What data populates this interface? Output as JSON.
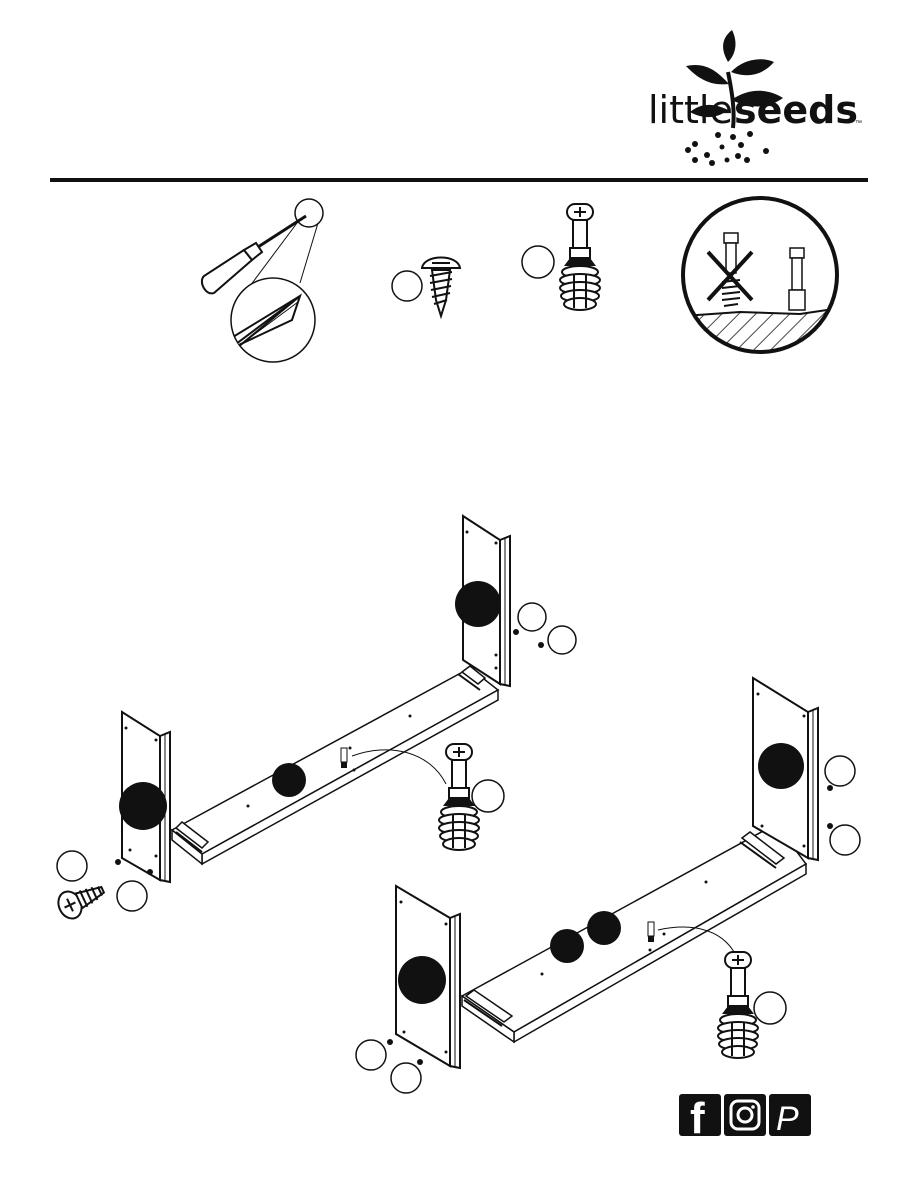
{
  "brand": {
    "name_light": "little",
    "name_bold": "seeds",
    "trademark": "™"
  },
  "tools": [
    {
      "name": "phillips-screwdriver"
    },
    {
      "name": "screw"
    },
    {
      "name": "cam-bolt"
    },
    {
      "name": "cam-bolt-orientation-warning"
    }
  ],
  "step": {
    "callouts_blank": true
  },
  "social": {
    "icons": [
      "facebook-icon",
      "instagram-icon",
      "pinterest-icon"
    ],
    "facebook_letter": "f",
    "pinterest_letter": "P"
  },
  "colors": {
    "ink": "#111111",
    "background": "#ffffff"
  }
}
